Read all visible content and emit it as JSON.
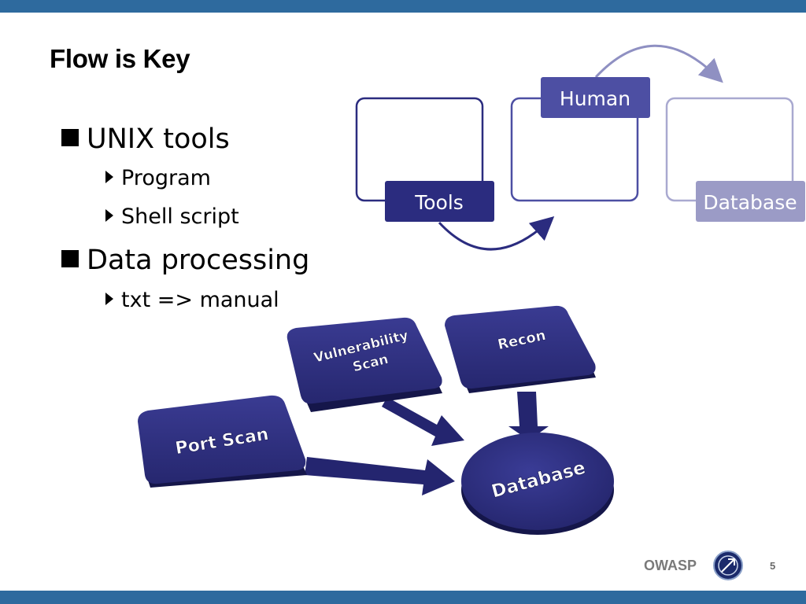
{
  "slide": {
    "title": "Flow is Key",
    "page_number": "5",
    "footer_brand": "OWASP"
  },
  "bullets": [
    {
      "text": "UNIX tools",
      "children": [
        "Program",
        "Shell script"
      ]
    },
    {
      "text": "Data processing",
      "children": [
        "txt => manual"
      ]
    }
  ],
  "process_diagram": {
    "steps": [
      {
        "label": "Tools",
        "color": "#2b2c7f"
      },
      {
        "label": "Human",
        "color": "#4d4fa3"
      },
      {
        "label": "Database",
        "color": "#9b9bc6"
      }
    ]
  },
  "flow_3d": {
    "sources": [
      "Port Scan",
      "Vulnerability Scan",
      "Recon"
    ],
    "vulnerability_line1": "Vulnerability",
    "vulnerability_line2": "Scan",
    "target": "Database",
    "color": "#27287a"
  },
  "colors": {
    "bar": "#2e6a9e",
    "dark_blue": "#2b2c7f"
  }
}
